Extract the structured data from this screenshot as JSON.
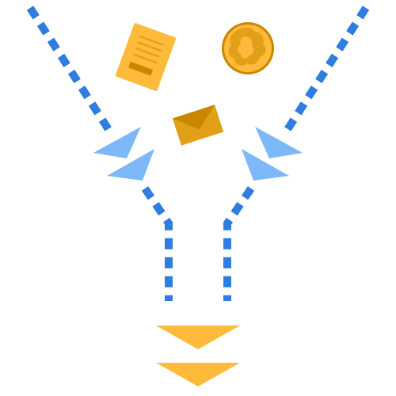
{
  "illustration": {
    "subject": "funnel",
    "colors": {
      "funnel_outline": "#2F7DE1",
      "inflow_arrows": "#7DB8F8",
      "items_primary": "#FDBA3B",
      "items_shade": "#E2A018",
      "items_detail": "#C98700",
      "output_arrows": "#FDBA3B"
    },
    "items": [
      {
        "icon": "document-icon"
      },
      {
        "icon": "coin-icon"
      },
      {
        "icon": "envelope-icon"
      }
    ],
    "inflow_arrow_count": 4,
    "output_arrow_count": 2
  }
}
